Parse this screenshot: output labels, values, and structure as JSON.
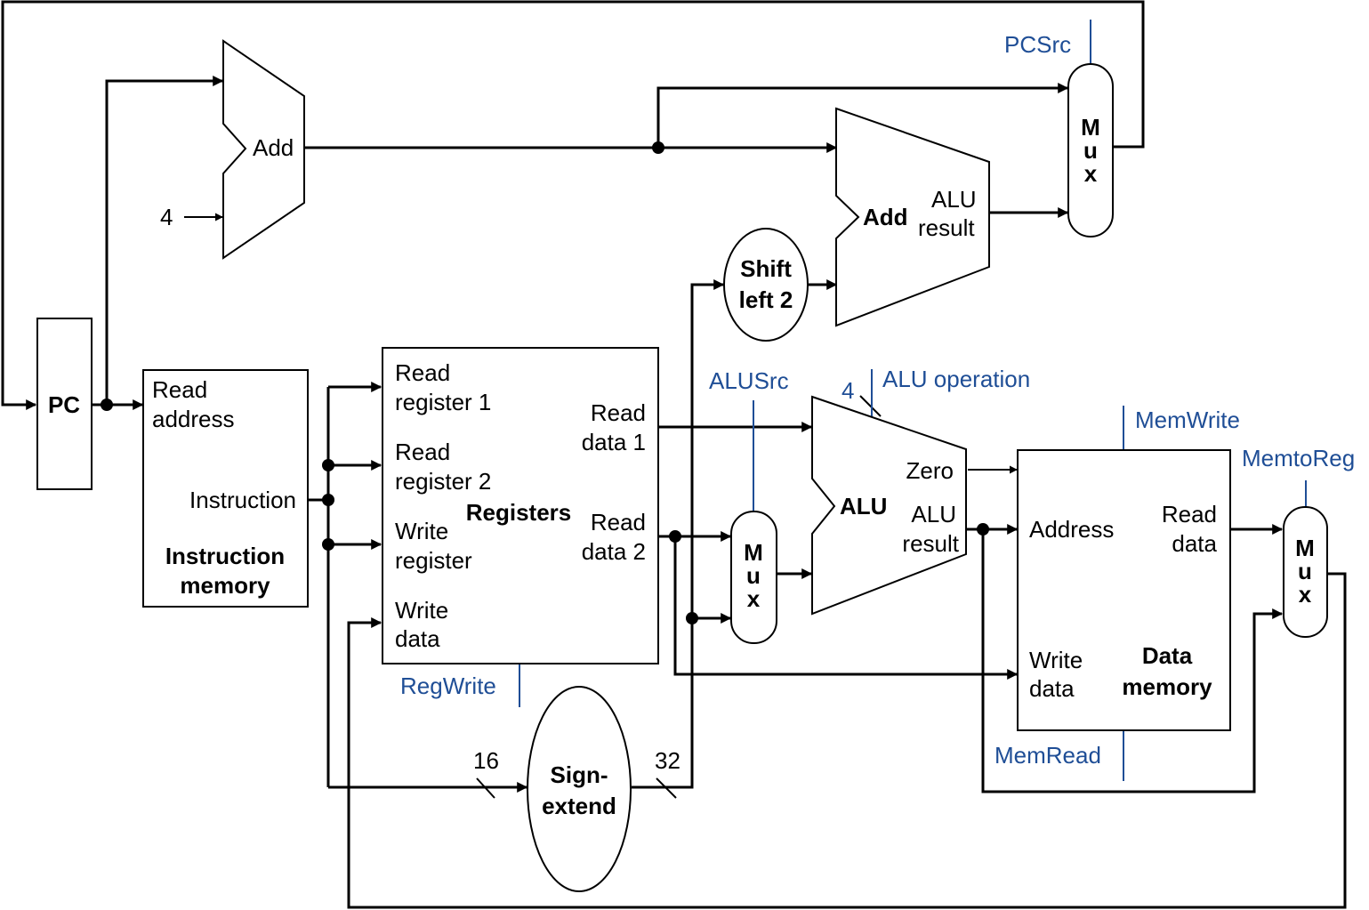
{
  "pc": {
    "label": "PC"
  },
  "adder_pc": {
    "label": "Add",
    "const": "4"
  },
  "adder_branch": {
    "label": "Add",
    "result1": "ALU",
    "result2": "result"
  },
  "pc_mux": {
    "label": "Mux",
    "control": "PCSrc"
  },
  "shift": {
    "line1": "Shift",
    "line2": "left 2"
  },
  "imem": {
    "read_address_1": "Read",
    "read_address_2": "address",
    "instruction": "Instruction",
    "title_1": "Instruction",
    "title_2": "memory"
  },
  "registers": {
    "title": "Registers",
    "read_reg1_1": "Read",
    "read_reg1_2": "register 1",
    "read_reg2_1": "Read",
    "read_reg2_2": "register 2",
    "write_reg_1": "Write",
    "write_reg_2": "register",
    "write_data_1": "Write",
    "write_data_2": "data",
    "read_data1_1": "Read",
    "read_data1_2": "data 1",
    "read_data2_1": "Read",
    "read_data2_2": "data 2",
    "control": "RegWrite"
  },
  "alu_src_mux": {
    "label": "Mux",
    "control": "ALUSrc"
  },
  "alu": {
    "label": "ALU",
    "zero": "Zero",
    "result1": "ALU",
    "result2": "result",
    "op_width": "4",
    "op_control": "ALU operation"
  },
  "sign_extend": {
    "line1": "Sign-",
    "line2": "extend",
    "in_width": "16",
    "out_width": "32"
  },
  "dmem": {
    "address": "Address",
    "read_data_1": "Read",
    "read_data_2": "data",
    "write_data_1": "Write",
    "write_data_2": "data",
    "title_1": "Data",
    "title_2": "memory",
    "mem_write": "MemWrite",
    "mem_read": "MemRead"
  },
  "memtoreg_mux": {
    "label": "Mux",
    "control": "MemtoReg"
  },
  "colors": {
    "control": "#1f4e96",
    "wire": "#000000"
  }
}
